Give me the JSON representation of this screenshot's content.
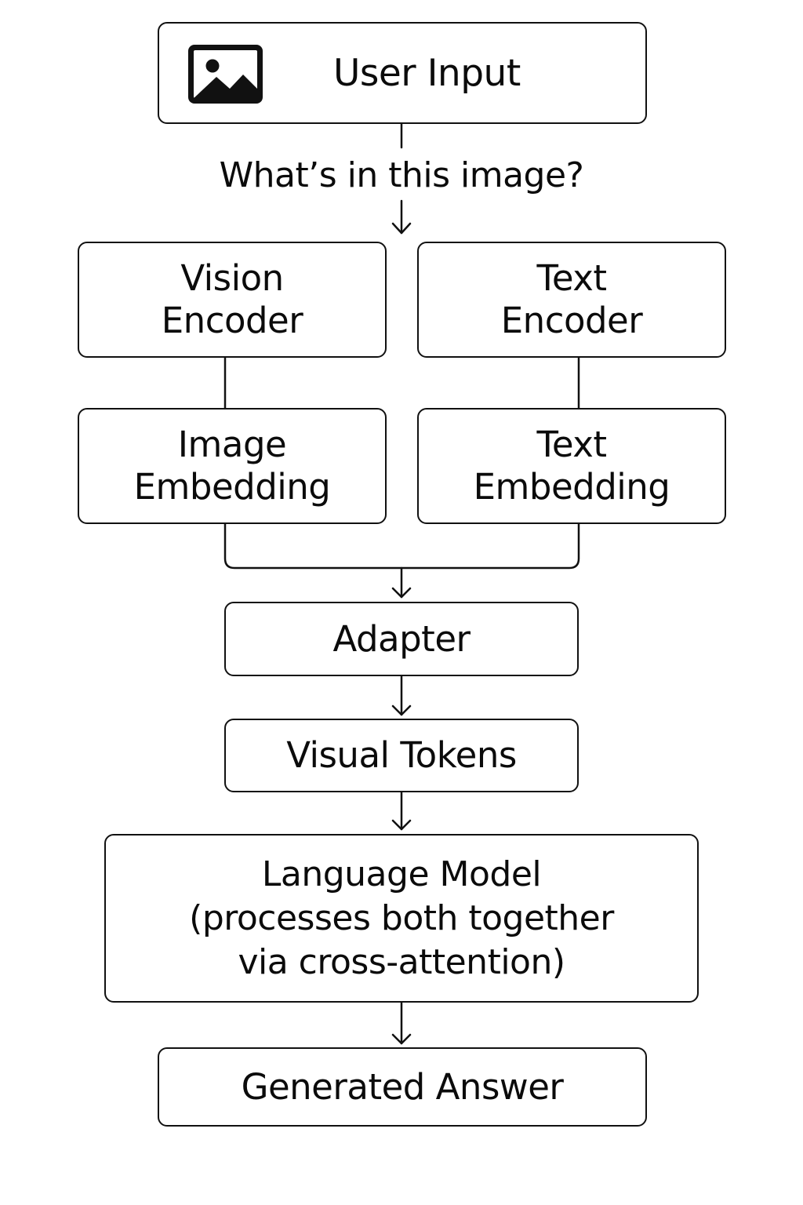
{
  "user_input": {
    "label": "User Input",
    "icon": "image-icon"
  },
  "query": "What’s in this image?",
  "encoders": {
    "vision": "Vision\nEncoder",
    "text": "Text\nEncoder"
  },
  "embeddings": {
    "image": "Image\nEmbedding",
    "text": "Text\nEmbedding"
  },
  "adapter": "Adapter",
  "visual_tokens": "Visual Tokens",
  "language_model": "Language Model\n(processes both together\nvia cross-attention)",
  "generated_answer": "Generated Answer",
  "colors": {
    "stroke": "#111111",
    "background": "#ffffff"
  }
}
